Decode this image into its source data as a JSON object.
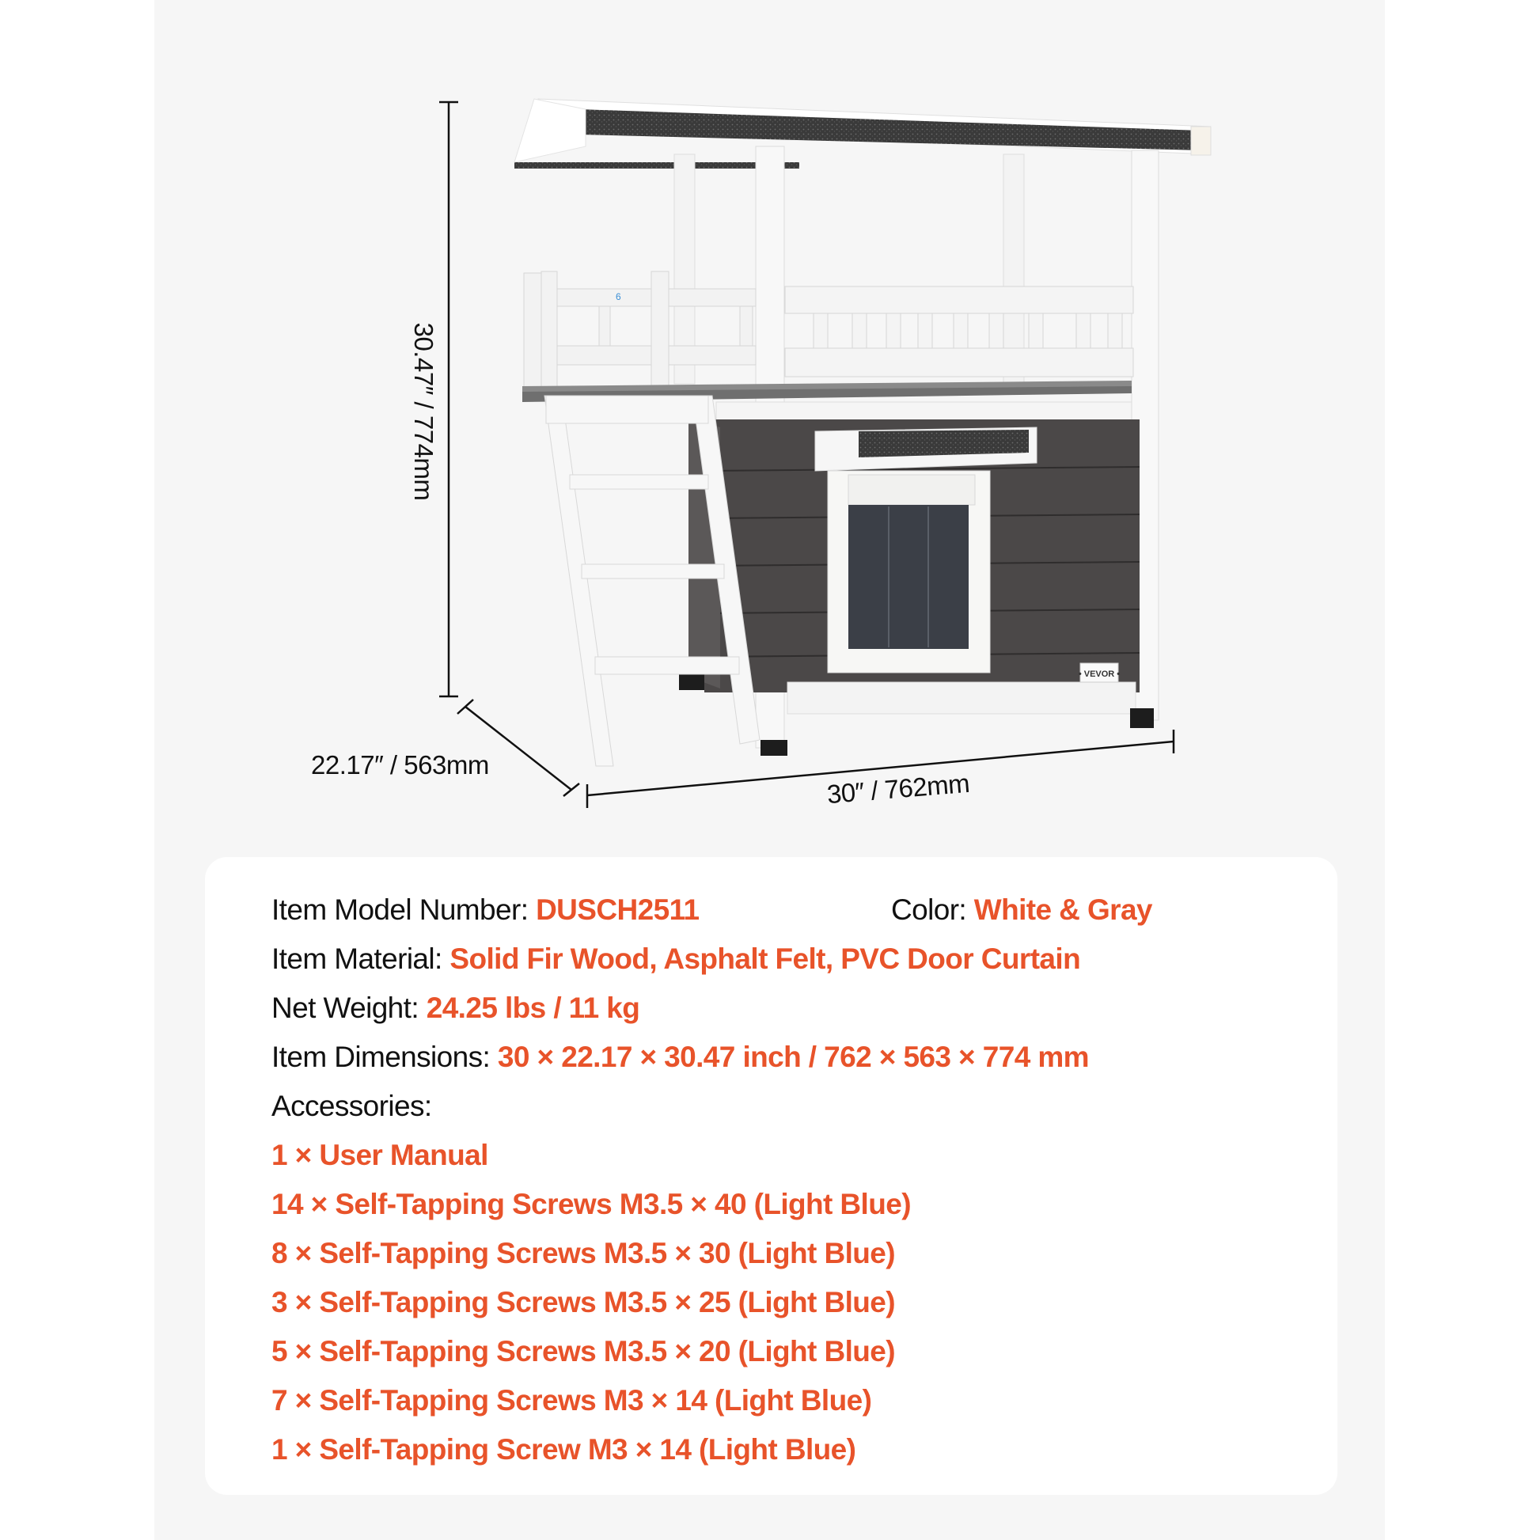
{
  "product_image": {
    "alt": "Two-tier white and gray wooden cat house with asphalt roof, balcony railing, side ladder and door with PVC curtain",
    "brand_badge": "• VEVOR •",
    "balcony_number_label": "6"
  },
  "dimensions": {
    "height": "30.47″ / 774mm",
    "depth": "22.17″ / 563mm",
    "width": "30″ / 762mm"
  },
  "specs": {
    "model": {
      "label": "Item Model Number: ",
      "value": "DUSCH2511"
    },
    "color": {
      "label": "Color: ",
      "value": "White & Gray"
    },
    "material": {
      "label": "Item Material: ",
      "value": "Solid Fir Wood, Asphalt Felt, PVC Door Curtain"
    },
    "weight": {
      "label": "Net Weight: ",
      "value": "24.25 lbs / 11 kg"
    },
    "dimensions": {
      "label": "Item Dimensions: ",
      "value": "30 × 22.17 × 30.47 inch / 762 × 563 × 774 mm"
    },
    "accessories": {
      "label": "Accessories:",
      "items": [
        "1 × User Manual",
        "14 × Self-Tapping Screws M3.5 × 40 (Light Blue)",
        "8 × Self-Tapping Screws M3.5 × 30 (Light Blue)",
        "3 × Self-Tapping Screws M3.5 × 25 (Light Blue)",
        "5 × Self-Tapping Screws M3.5 × 20 (Light Blue)",
        "7 × Self-Tapping Screws M3 × 14 (Light Blue)",
        "1 × Self-Tapping Screw M3 × 14 (Light Blue)"
      ]
    }
  },
  "colors": {
    "accent": "#e8532a",
    "text": "#111111",
    "panel_bg": "#f6f6f6",
    "card_bg": "#ffffff"
  }
}
